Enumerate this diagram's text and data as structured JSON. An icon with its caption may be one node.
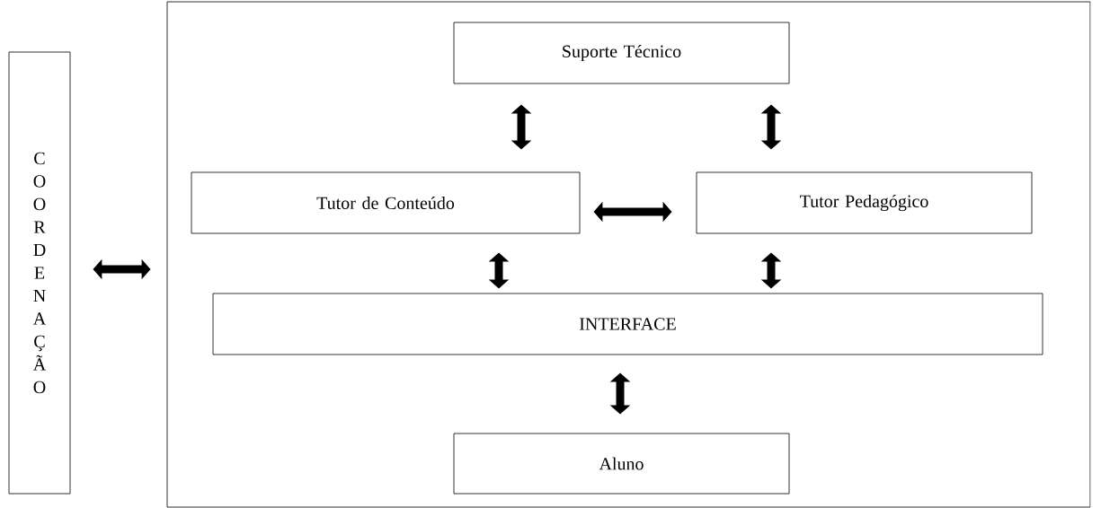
{
  "diagram": {
    "nodes": [
      {
        "text": [
          "C O O R D E N A Ç Ã O"
        ]
      },
      {
        "text": [],
        "shape": "box"
      },
      {
        "text": [
          "Suporte Técnico"
        ],
        "in": 1
      },
      {
        "text": [
          "Tutor de Conteúdo"
        ],
        "in": 1
      },
      {
        "text": [
          "Tutor Pedagógico"
        ],
        "in": 1
      },
      {
        "text": [
          "INTERFACE"
        ],
        "in": 1
      },
      {
        "text": [
          "Aluno"
        ],
        "in": 1
      }
    ],
    "edges": [
      {
        "from": 0,
        "to": 1,
        "arrow": "both"
      },
      {
        "from": 2,
        "to": 3,
        "arrow": "both"
      },
      {
        "from": 2,
        "to": 4,
        "arrow": "both"
      },
      {
        "from": 3,
        "to": 4,
        "arrow": "both"
      },
      {
        "from": 3,
        "to": 5,
        "arrow": "both"
      },
      {
        "from": 4,
        "to": 5,
        "arrow": "both"
      },
      {
        "from": 5,
        "to": 6,
        "arrow": "both"
      }
    ]
  }
}
